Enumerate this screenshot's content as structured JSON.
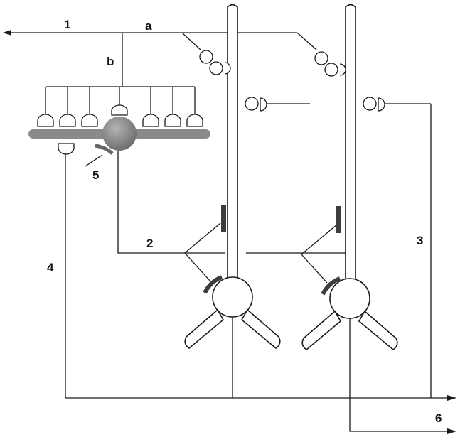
{
  "labels": {
    "l1": "1",
    "la": "a",
    "lb": "b",
    "l2": "2",
    "l3": "3",
    "l4": "4",
    "l5": "5",
    "l6": "6"
  },
  "colors": {
    "line": "#1a1a1a",
    "grey_cell": "#8a8a8a",
    "grey_synapse": "#666666",
    "dark_synapse": "#3d3d3d"
  }
}
